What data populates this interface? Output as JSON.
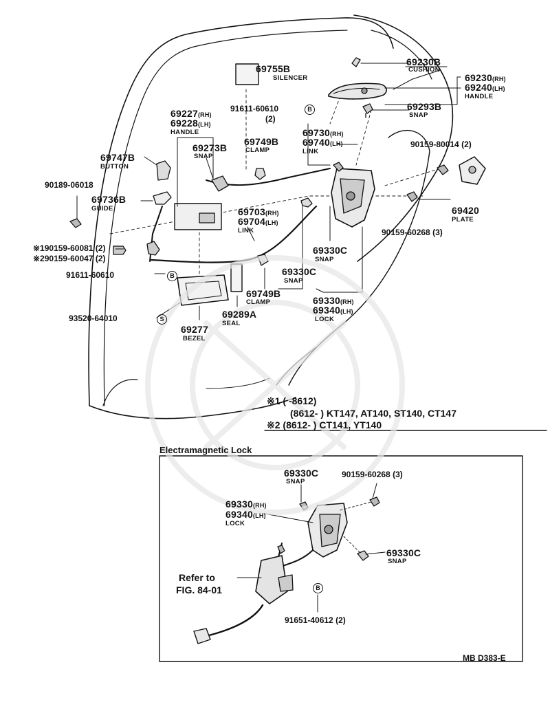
{
  "parts": {
    "p69230B": {
      "num": "69230B",
      "name": "CUSHION"
    },
    "p69755B": {
      "num": "69755B",
      "name": "SILENCER"
    },
    "p69230": {
      "num": "69230",
      "sfx": "(RH)"
    },
    "p69240": {
      "num": "69240",
      "sfx": "(LH)",
      "name": "HANDLE"
    },
    "b91611_60610_top": {
      "num": "91611-60610",
      "qty": "(2)",
      "mark": "B"
    },
    "p69293B": {
      "num": "69293B",
      "name": "SNAP"
    },
    "p69227": {
      "num": "69227",
      "sfx": "(RH)"
    },
    "p69228": {
      "num": "69228",
      "sfx": "(LH)",
      "name": "HANDLE"
    },
    "p69749B_top": {
      "num": "69749B",
      "name": "CLAMP"
    },
    "p69730": {
      "num": "69730",
      "sfx": "(RH)"
    },
    "p69740": {
      "num": "69740",
      "sfx": "(LH)",
      "name": "LINK"
    },
    "b90159_80014": {
      "num": "90159-80014",
      "qty": "(2)"
    },
    "p69747B": {
      "num": "69747B",
      "name": "BUTTON"
    },
    "p69273B": {
      "num": "69273B",
      "name": "SNAP"
    },
    "b90189_06018": {
      "num": "90189-06018"
    },
    "p69736B": {
      "num": "69736B",
      "name": "GUIDE"
    },
    "p69420": {
      "num": "69420",
      "name": "PLATE"
    },
    "p69703": {
      "num": "69703",
      "sfx": "(RH)"
    },
    "p69704": {
      "num": "69704",
      "sfx": "(LH)",
      "name": "LINK"
    },
    "b90159_60268": {
      "num": "90159-60268",
      "qty": "(3)"
    },
    "b90159_60081": {
      "mark": "※1",
      "num": "90159-60081",
      "qty": "(2)"
    },
    "b90159_60047": {
      "mark": "※2",
      "num": "90159-60047",
      "qty": "(2)"
    },
    "p69330C_a": {
      "num": "69330C",
      "name": "SNAP"
    },
    "b91611_60610": {
      "num": "91611-60610",
      "mark": "B"
    },
    "p69330C_b": {
      "num": "69330C",
      "name": "SNAP"
    },
    "p69749B_bot": {
      "num": "69749B",
      "name": "CLAMP"
    },
    "p69330": {
      "num": "69330",
      "sfx": "(RH)"
    },
    "p69340": {
      "num": "69340",
      "sfx": "(LH)",
      "name": "LOCK"
    },
    "b93520_64010": {
      "num": "93520-64010",
      "mark": "S"
    },
    "p69289A": {
      "num": "69289A",
      "name": "SEAL"
    },
    "p69277": {
      "num": "69277",
      "name": "BEZEL"
    }
  },
  "notes": {
    "n1_mark": "※1",
    "n1_line1": "(        -8612)",
    "n1_line2": "(8612-        ) KT147, AT140, ST140, CT147",
    "n2_mark": "※2",
    "n2_line": "(8612-        ) CT141, YT140"
  },
  "inset": {
    "title": "Electramagnetic Lock",
    "p69330C_a": {
      "num": "69330C",
      "name": "SNAP"
    },
    "b90159_60268": {
      "num": "90159-60268",
      "qty": "(3)"
    },
    "p69330": {
      "num": "69330",
      "sfx": "(RH)"
    },
    "p69340": {
      "num": "69340",
      "sfx": "(LH)",
      "name": "LOCK"
    },
    "p69330C_b": {
      "num": "69330C",
      "name": "SNAP"
    },
    "refer1": "Refer to",
    "refer2": "FIG. 84-01",
    "b91651_40612": {
      "num": "91651-40612",
      "qty": "(2)",
      "mark": "B"
    }
  },
  "code": "MB D383-E",
  "colors": {
    "ink": "#111111",
    "paper": "#ffffff"
  }
}
